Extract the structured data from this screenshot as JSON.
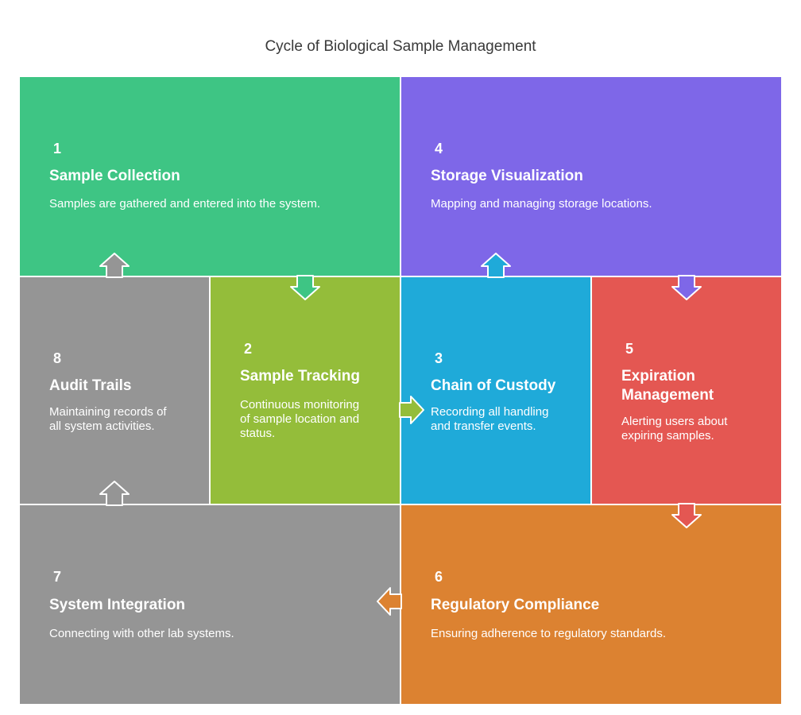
{
  "title": "Cycle of Biological Sample Management",
  "colors": {
    "green": "#3ec584",
    "purple": "#7e67e8",
    "gray": "#959595",
    "olive": "#94bd3a",
    "blue": "#1faad9",
    "red": "#e45752",
    "orange": "#dc8231",
    "white": "#ffffff"
  },
  "steps": [
    {
      "num": "1",
      "title": "Sample Collection",
      "desc": "Samples are gathered and entered into the system."
    },
    {
      "num": "2",
      "title": "Sample Tracking",
      "desc": "Continuous monitoring of sample location and status."
    },
    {
      "num": "3",
      "title": "Chain of Custody",
      "desc": "Recording all handling and transfer events."
    },
    {
      "num": "4",
      "title": "Storage Visualization",
      "desc": "Mapping and managing storage locations."
    },
    {
      "num": "5",
      "title": "Expiration Management",
      "desc": "Alerting users about expiring samples."
    },
    {
      "num": "6",
      "title": "Regulatory Compliance",
      "desc": "Ensuring adherence to regulatory standards."
    },
    {
      "num": "7",
      "title": "System Integration",
      "desc": "Connecting with other lab systems."
    },
    {
      "num": "8",
      "title": "Audit Trails",
      "desc": "Maintaining records of all system activities."
    }
  ]
}
